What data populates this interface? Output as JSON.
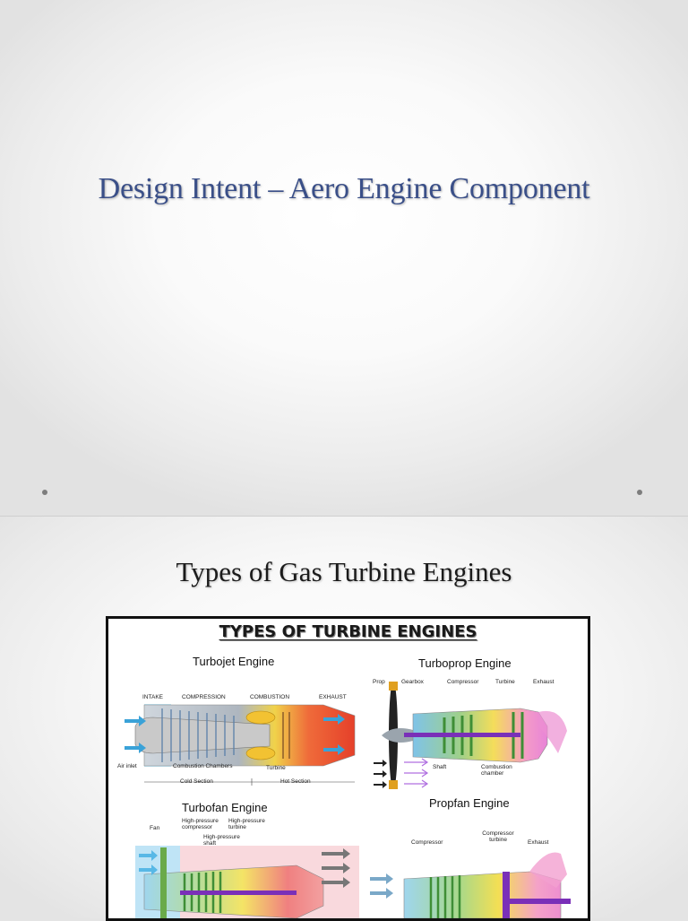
{
  "slide1": {
    "title": "Design Intent – Aero Engine Component"
  },
  "slide2": {
    "title": "Types of Gas Turbine Engines",
    "figure": {
      "heading": "TYPES OF TURBINE ENGINES",
      "turbojet": {
        "title": "Turbojet Engine",
        "labels": {
          "intake": "INTAKE",
          "compression": "COMPRESSION",
          "combustion": "COMBUSTION",
          "exhaust": "EXHAUST",
          "air_inlet": "Air inlet",
          "combustion_chambers": "Combustion Chambers",
          "turbine": "Turbine",
          "cold_section": "Cold Section",
          "hot_section": "Hot Section"
        }
      },
      "turboprop": {
        "title": "Turboprop Engine",
        "labels": {
          "prop": "Prop",
          "gearbox": "Gearbox",
          "compressor": "Compressor",
          "turbine": "Turbine",
          "exhaust": "Exhaust",
          "shaft": "Shaft",
          "combustion_chamber": "Combustion chamber"
        }
      },
      "turbofan": {
        "title": "Turbofan Engine",
        "labels": {
          "fan": "Fan",
          "hp_compressor": "High-pressure compressor",
          "hp_turbine": "High-pressure turbine",
          "hp_shaft": "High-pressure shaft"
        }
      },
      "propfan": {
        "title": "Propfan Engine",
        "labels": {
          "compressor": "Compressor",
          "compressor_turbine": "Compressor turbine",
          "exhaust": "Exhaust"
        }
      }
    }
  },
  "colors": {
    "title_blue": "#3a4f88",
    "cold_blue": "#45b8e6",
    "compressor_green": "#4ea04a",
    "combustion_yellow": "#f3d83a",
    "hot_red": "#e8492e",
    "shaft_purple": "#7a2fb8"
  }
}
